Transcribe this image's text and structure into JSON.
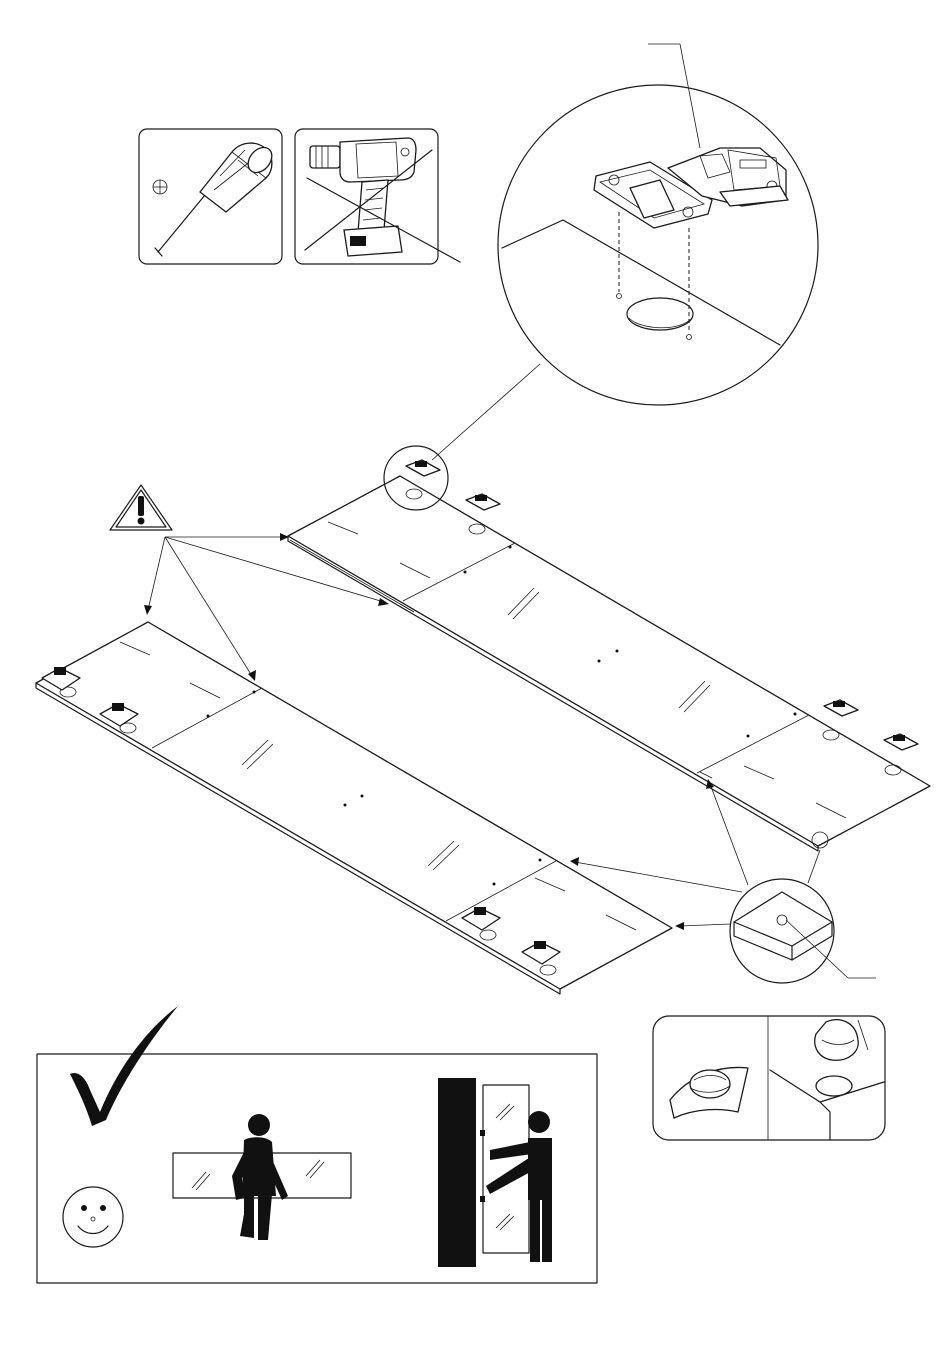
{
  "page": {
    "theme": {
      "ink": "#1a1a1a",
      "paper": "#ffffff",
      "fill_dark": "#111111"
    }
  },
  "tools": {
    "screwdriver": {
      "icon": "phillips-screwdriver-icon",
      "allowed": true
    },
    "drill": {
      "icon": "cordless-drill-icon",
      "allowed": false
    }
  },
  "callouts": {
    "hinge_detail": {
      "icon": "concealed-hinge-icon"
    },
    "bumper_detail": {
      "icon": "bumper-pad-icon"
    }
  },
  "warning": {
    "icon": "warning-triangle-icon"
  },
  "doors": [
    {
      "id": "door-upper",
      "icon": "glass-door-panel"
    },
    {
      "id": "door-lower",
      "icon": "glass-door-panel"
    }
  ],
  "handling_box": {
    "approved_icon": "checkmark-icon",
    "smiley_icon": "smiley-face-icon",
    "steps": [
      {
        "icon": "person-carrying-door-horizontally-icon"
      },
      {
        "icon": "person-mounting-door-vertically-icon"
      }
    ]
  }
}
